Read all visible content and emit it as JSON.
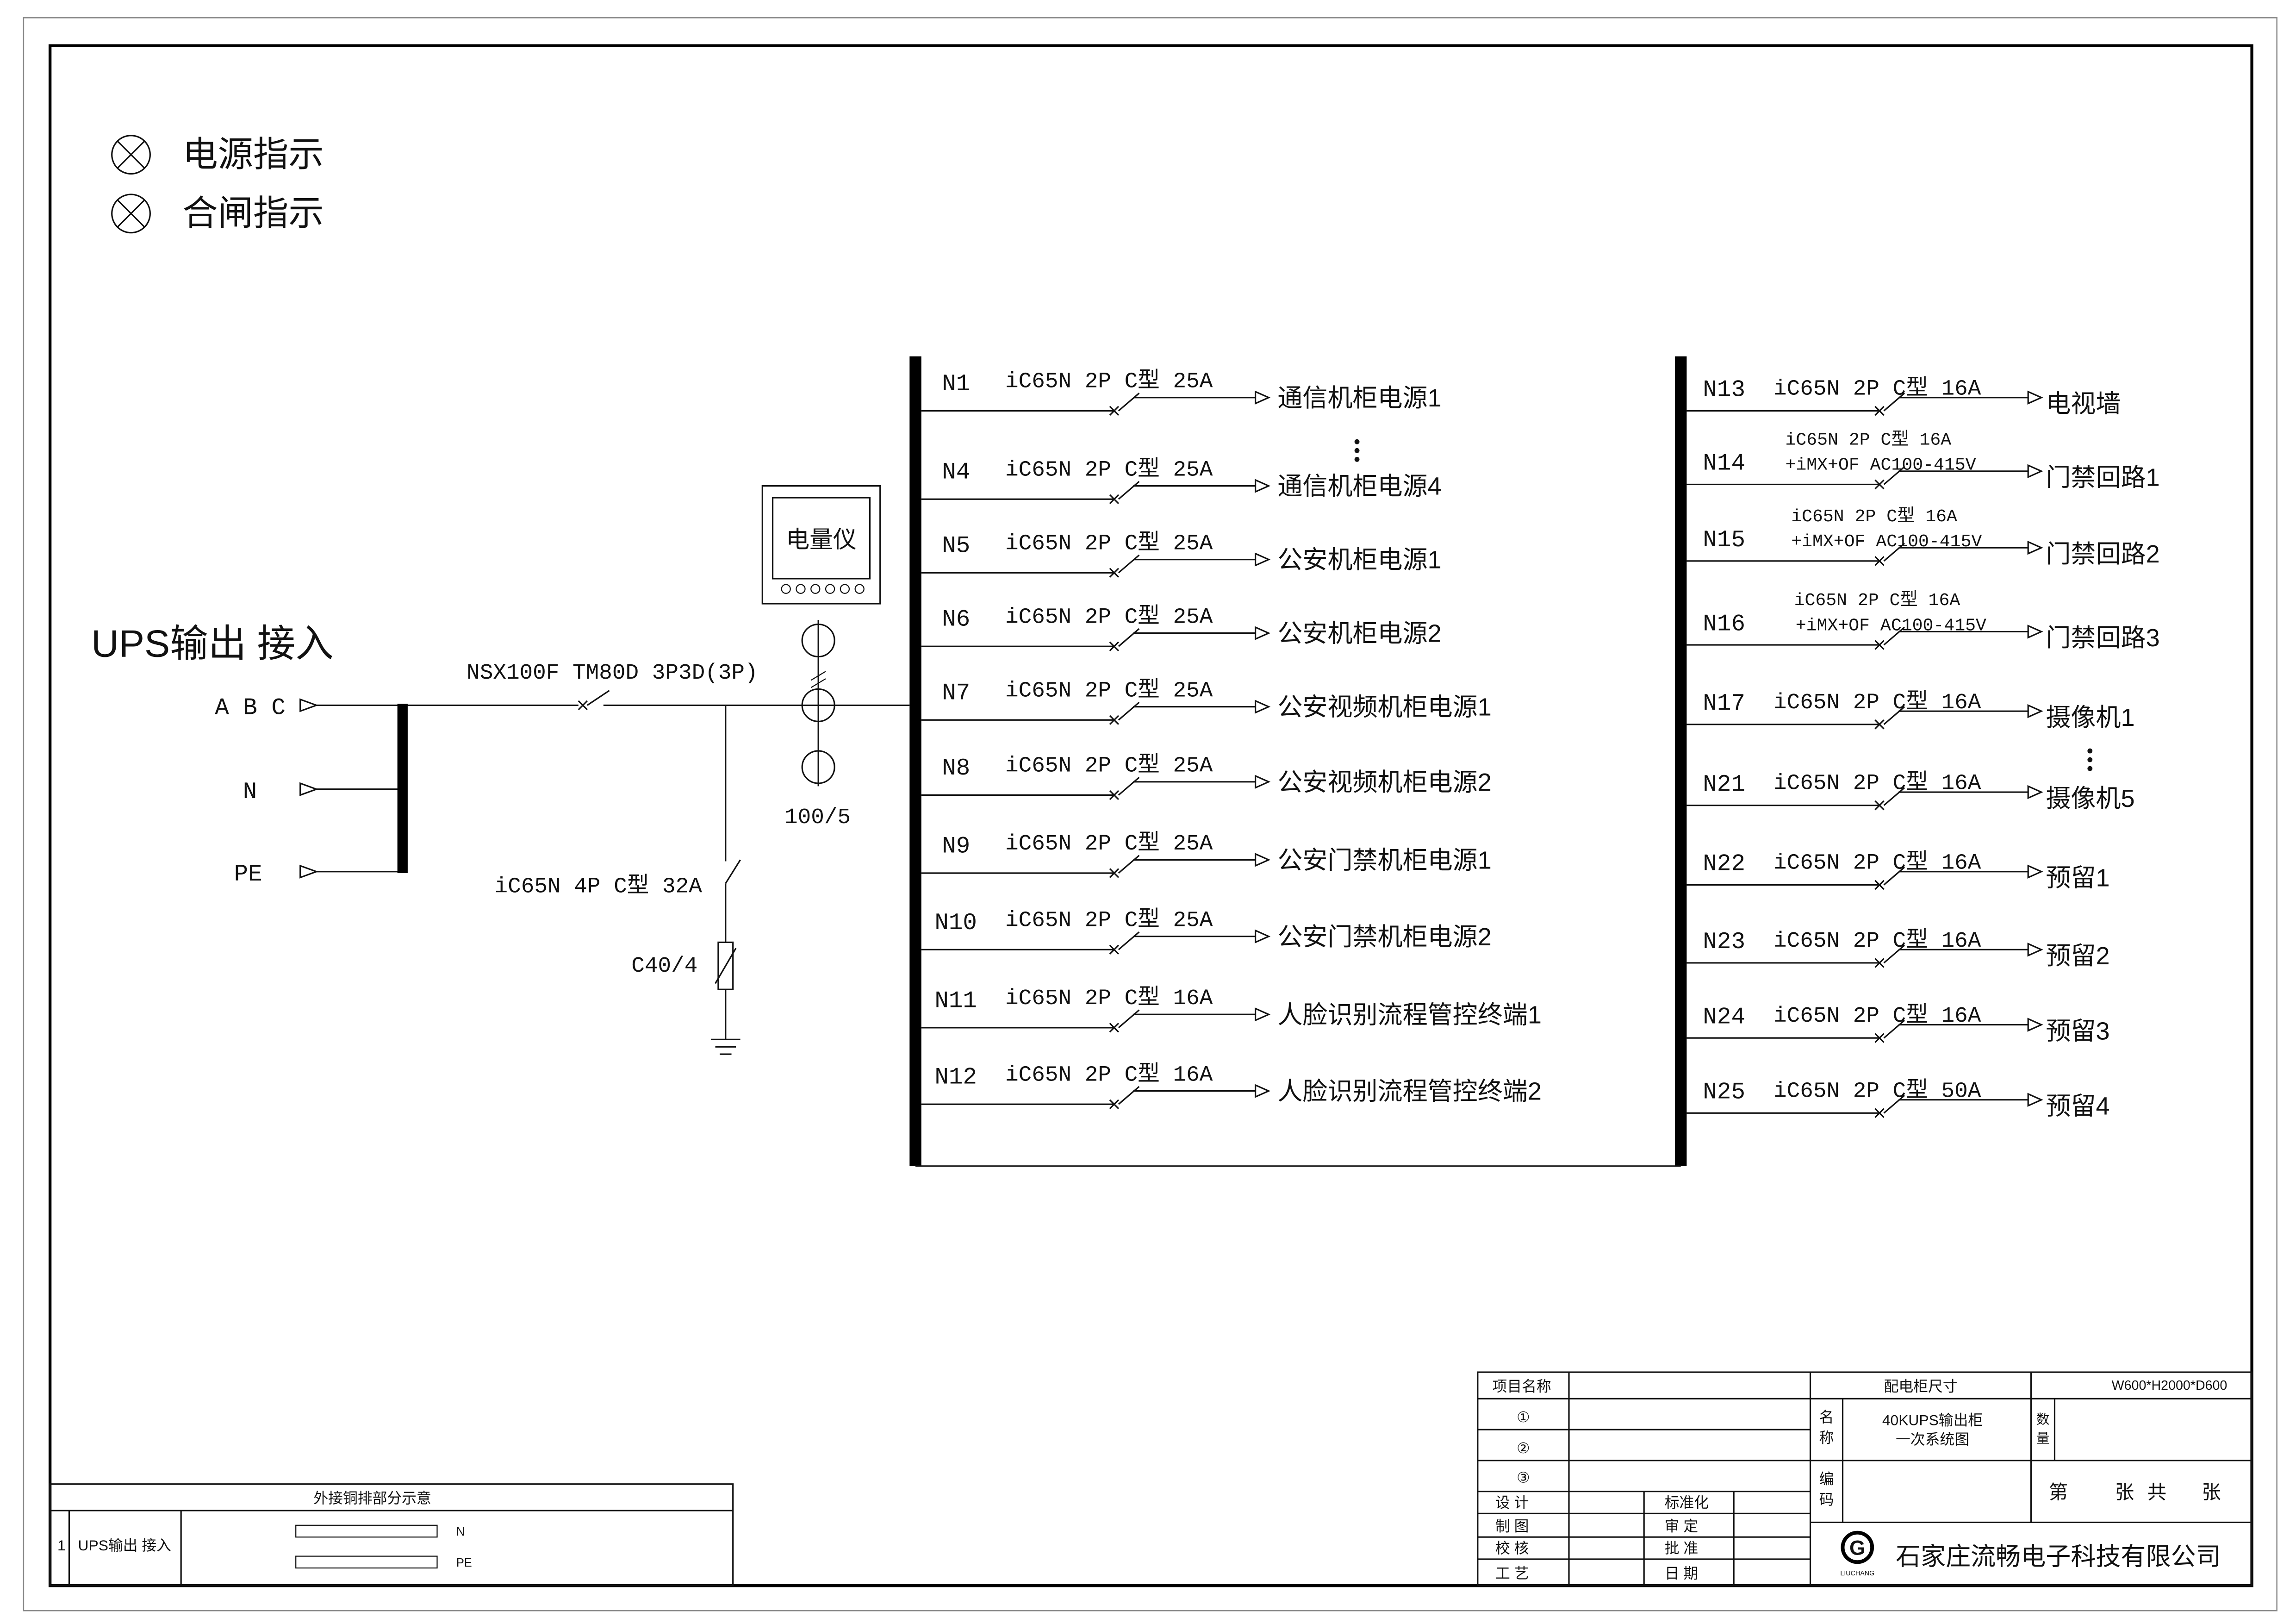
{
  "legend": {
    "power_indicator": "电源指示",
    "closing_indicator": "合闸指示"
  },
  "incoming": {
    "title": "UPS输出 接入",
    "phase_abc": "A B C",
    "neutral": "N",
    "earth": "PE",
    "main_breaker": "NSX100F TM80D 3P3D(3P)",
    "spd_breaker": "iC65N 4P C型 32A",
    "spd": "C40/4",
    "ct_ratio": "100/5",
    "meter": "电量仪"
  },
  "left_feeders": [
    {
      "id": "N1",
      "spec": "iC65N 2P C型 25A",
      "load": "通信机柜电源1"
    },
    {
      "id": "N4",
      "spec": "iC65N 2P C型 25A",
      "load": "通信机柜电源4"
    },
    {
      "id": "N5",
      "spec": "iC65N 2P C型 25A",
      "load": "公安机柜电源1"
    },
    {
      "id": "N6",
      "spec": "iC65N 2P C型 25A",
      "load": "公安机柜电源2"
    },
    {
      "id": "N7",
      "spec": "iC65N 2P C型 25A",
      "load": "公安视频机柜电源1"
    },
    {
      "id": "N8",
      "spec": "iC65N 2P C型 25A",
      "load": "公安视频机柜电源2"
    },
    {
      "id": "N9",
      "spec": "iC65N 2P C型 25A",
      "load": "公安门禁机柜电源1"
    },
    {
      "id": "N10",
      "spec": "iC65N 2P C型 25A",
      "load": "公安门禁机柜电源2"
    },
    {
      "id": "N11",
      "spec": "iC65N 2P C型 16A",
      "load": "人脸识别流程管控终端1"
    },
    {
      "id": "N12",
      "spec": "iC65N 2P C型 16A",
      "load": "人脸识别流程管控终端2"
    }
  ],
  "right_feeders": [
    {
      "id": "N13",
      "spec": "iC65N 2P C型 16A",
      "load": "电视墙"
    },
    {
      "id": "N14",
      "spec": "iC65N 2P C型 16A",
      "spec_extra": "+iMX+OF AC100-415V",
      "load": "门禁回路1"
    },
    {
      "id": "N15",
      "spec": "iC65N 2P C型 16A",
      "spec_extra": "+iMX+OF AC100-415V",
      "load": "门禁回路2"
    },
    {
      "id": "N16",
      "spec": "iC65N 2P C型 16A",
      "spec_extra": "+iMX+OF AC100-415V",
      "load": "门禁回路3"
    },
    {
      "id": "N17",
      "spec": "iC65N 2P C型 16A",
      "load": "摄像机1"
    },
    {
      "id": "N21",
      "spec": "iC65N 2P C型 16A",
      "load": "摄像机5"
    },
    {
      "id": "N22",
      "spec": "iC65N 2P C型 16A",
      "load": "预留1"
    },
    {
      "id": "N23",
      "spec": "iC65N 2P C型 16A",
      "load": "预留2"
    },
    {
      "id": "N24",
      "spec": "iC65N 2P C型 16A",
      "load": "预留3"
    },
    {
      "id": "N25",
      "spec": "iC65N 2P C型 50A",
      "load": "预留4"
    }
  ],
  "title_block": {
    "project_name_label": "项目名称",
    "items": [
      "①",
      "②",
      "③"
    ],
    "roles_left": [
      "设 计",
      "制 图",
      "校 核",
      "工 艺"
    ],
    "roles_right": [
      "标准化",
      "审 定",
      "批 准",
      "日 期"
    ],
    "cabinet_size_label": "配电柜尺寸",
    "cabinet_size": "W600*H2000*D600",
    "name_label": [
      "名",
      "称"
    ],
    "drawing_name": [
      "40KUPS输出柜",
      "一次系统图"
    ],
    "quantity_label": [
      "数",
      "量"
    ],
    "code_label": [
      "编",
      "码"
    ],
    "sheet": [
      "第",
      "张",
      "共",
      "张"
    ],
    "logo_mark": "G",
    "logo_text": "LIUCHANG",
    "company": "石家庄流畅电子科技有限公司"
  },
  "busbar_table": {
    "title": "外接铜排部分示意",
    "row_no": "1",
    "row_label": "UPS输出 接入",
    "bars": [
      "N",
      "PE"
    ]
  }
}
